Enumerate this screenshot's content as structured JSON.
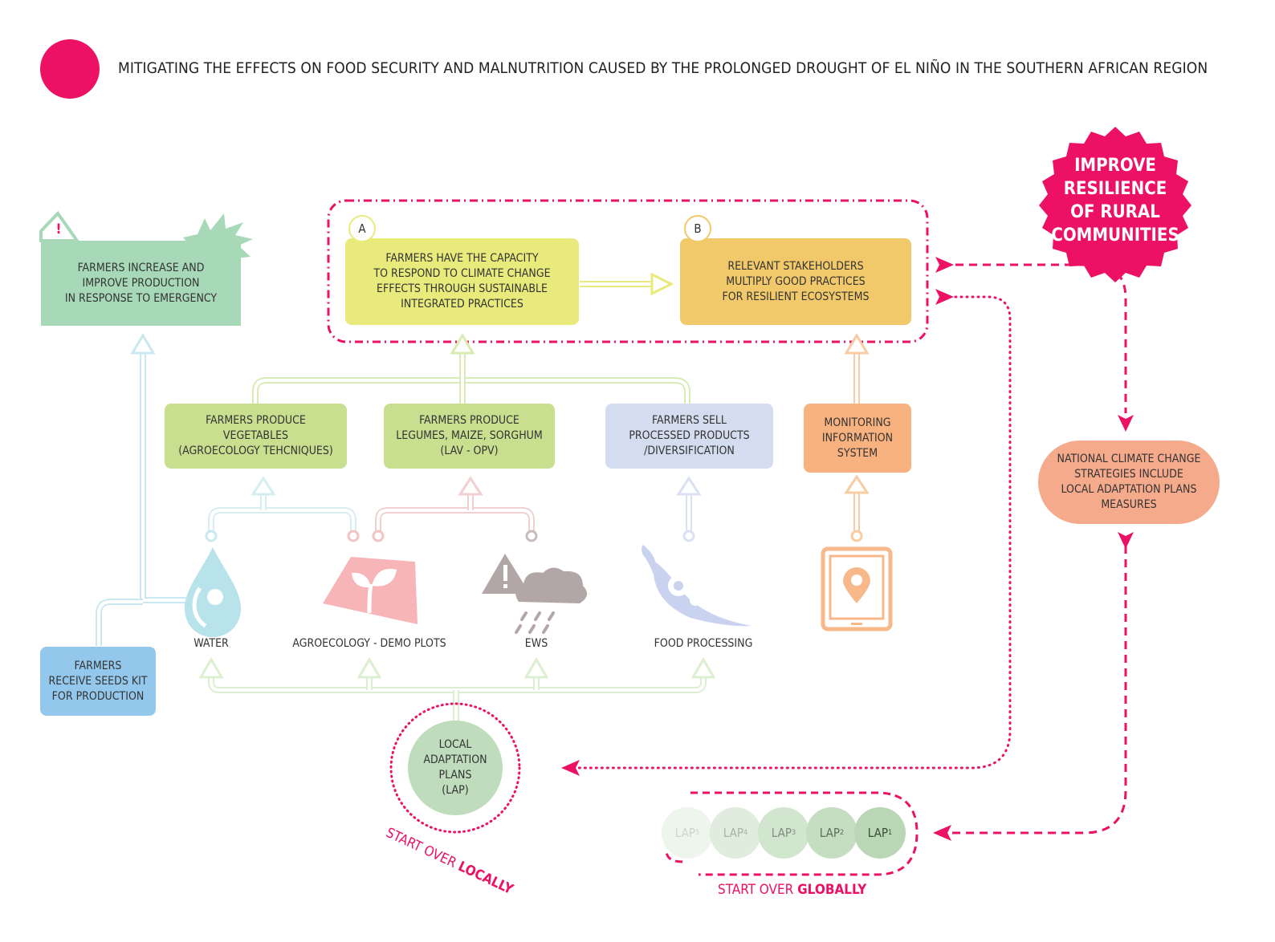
{
  "header": {
    "title": "MITIGATING THE EFFECTS ON FOOD SECURITY AND MALNUTRITION CAUSED BY THE PROLONGED DROUGHT OF EL NIÑO IN THE SOUTHERN AFRICAN REGION"
  },
  "burst": {
    "text": "IMPROVE\nRESILIENCE\nOF RURAL\nCOMMUNITIES"
  },
  "outcomes": {
    "a": {
      "badge": "A",
      "text": "FARMERS HAVE THE CAPACITY\nTO RESPOND TO CLIMATE CHANGE\nEFFECTS THROUGH SUSTAINABLE\nINTEGRATED PRACTICES"
    },
    "b": {
      "badge": "B",
      "text": "RELEVANT STAKEHOLDERS\nMULTIPLY GOOD PRACTICES\nFOR RESILIENT ECOSYSTEMS"
    }
  },
  "emergency": {
    "badge": "!",
    "text": "FARMERS INCREASE AND\nIMPROVE PRODUCTION\nIN RESPONSE TO EMERGENCY"
  },
  "outputs": {
    "vegetables": "FARMERS PRODUCE\nVEGETABLES\n(AGROECOLOGY TEHCNIQUES)",
    "legumes": "FARMERS PRODUCE\nLEGUMES, MAIZE, SORGHUM\n(LAV - OPV)",
    "sell": "FARMERS SELL\nPROCESSED PRODUCTS\n/DIVERSIFICATION",
    "monitoring": "MONITORING\nINFORMATION\nSYSTEM",
    "national": "NATIONAL CLIMATE CHANGE\nSTRATEGIES INCLUDE\nLOCAL ADAPTATION PLANS\nMEASURES",
    "seeds": "FARMERS\nRECEIVE SEEDS KIT\nFOR PRODUCTION"
  },
  "inputs": {
    "water": "WATER",
    "agroecology": "AGROECOLOGY - DEMO PLOTS",
    "ews": "EWS",
    "food_processing": "FOOD PROCESSING"
  },
  "lap_center": {
    "text": "LOCAL\nADAPTATION\nPLANS\n(LAP)"
  },
  "start_local": {
    "prefix": "START OVER ",
    "bold": "LOCALLY"
  },
  "start_global": {
    "prefix": "START OVER ",
    "bold": "GLOBALLY"
  },
  "lap_series": [
    {
      "label": "LAP",
      "sup": "5"
    },
    {
      "label": "LAP",
      "sup": "4"
    },
    {
      "label": "LAP",
      "sup": "3"
    },
    {
      "label": "LAP",
      "sup": "2"
    },
    {
      "label": "LAP",
      "sup": "1"
    }
  ],
  "colors": {
    "pink": "#ec1164",
    "yellow": "#e8ea7b",
    "orange": "#f2c96a",
    "green_box": "#a7d8b7",
    "lime_box": "#c7df8f",
    "lavender_box": "#d4dcef",
    "peach_box": "#f6b27f",
    "salmon": "#f5aa8c",
    "blue_box": "#93c8ec",
    "lap_green": "#bfdcbd"
  }
}
